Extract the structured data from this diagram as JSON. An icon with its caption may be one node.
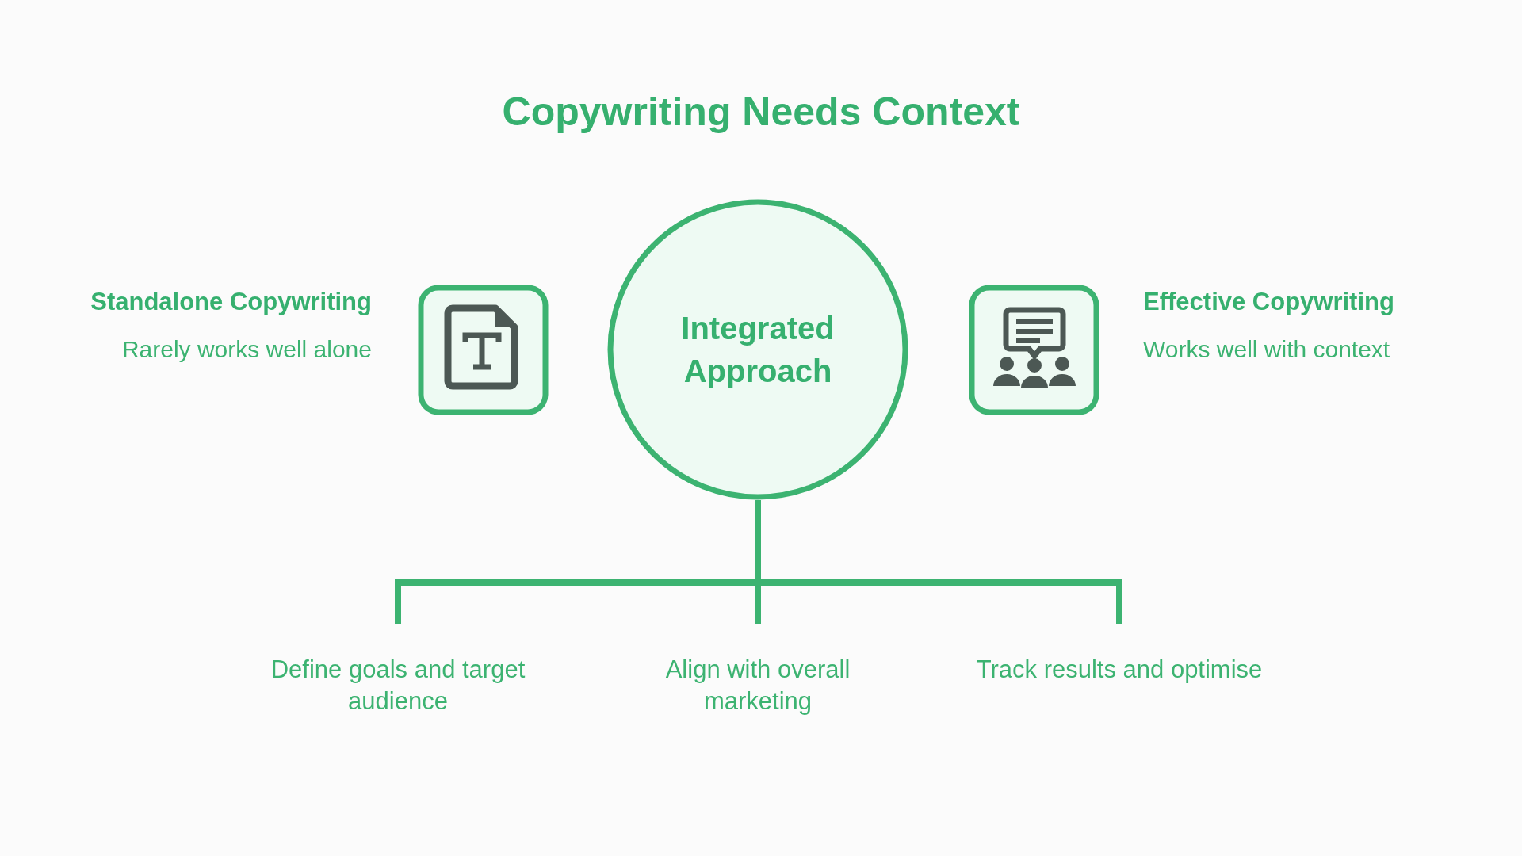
{
  "diagram": {
    "title": "Copywriting Needs Context",
    "nodes": [
      {
        "text": [],
        "shape": "box",
        "beside": [
          "Standalone Copywriting",
          "Rarely works well alone"
        ]
      },
      {
        "text": [
          "Integrated Approach"
        ]
      },
      {
        "text": [],
        "shape": "box",
        "beside": [
          "Effective Copywriting",
          "Works well with context"
        ]
      },
      {
        "text": [
          "Define goals and target audience"
        ]
      },
      {
        "text": [
          "Align with overall marketing"
        ]
      },
      {
        "text": [
          "Track results and optimise"
        ]
      }
    ],
    "edges": [
      {
        "from": 1,
        "to": 3,
        "arrow": "none"
      },
      {
        "from": 1,
        "to": 4,
        "arrow": "none"
      },
      {
        "from": 1,
        "to": 5,
        "arrow": "none"
      }
    ]
  }
}
